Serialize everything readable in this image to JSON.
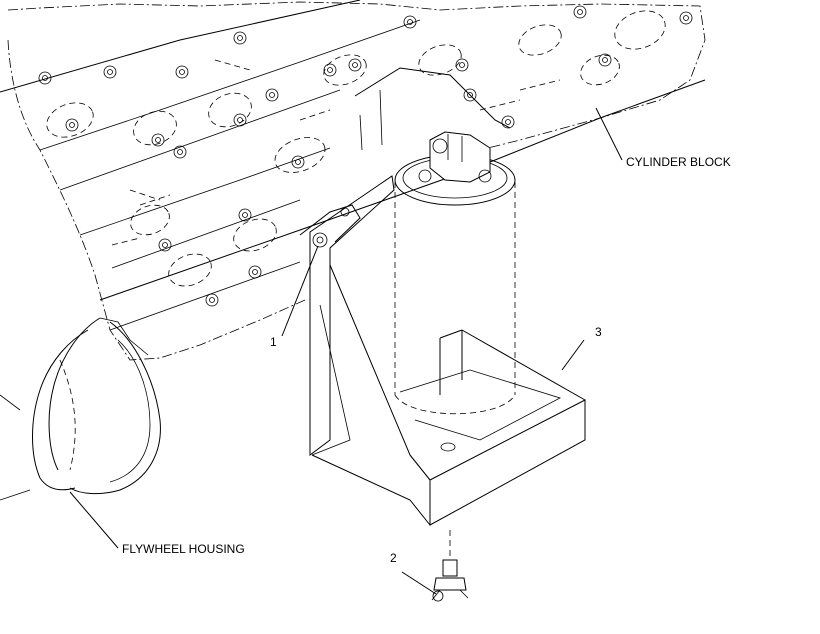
{
  "labels": {
    "cylinder_block": "CYLINDER BLOCK",
    "flywheel_housing": "FLYWHEEL HOUSING",
    "callout_1": "1",
    "callout_2": "2",
    "callout_3": "3"
  }
}
